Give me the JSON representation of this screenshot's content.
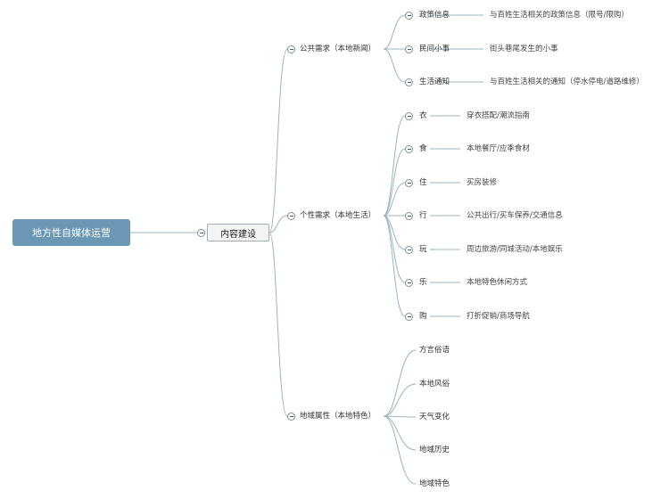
{
  "root": "地方性自媒体运营",
  "hub": "内容建设",
  "groups": [
    {
      "label": "公共需求（本地新闻）",
      "children": [
        {
          "label": "政策信息",
          "desc": "与百姓生活相关的政策信息（限号/限购）"
        },
        {
          "label": "民间小事",
          "desc": "街头巷尾发生的小事"
        },
        {
          "label": "生活通知",
          "desc": "与百姓生活相关的通知（停水停电/道路维修）"
        }
      ]
    },
    {
      "label": "个性需求（本地生活）",
      "children": [
        {
          "label": "衣",
          "desc": "穿衣搭配/潮流指南"
        },
        {
          "label": "食",
          "desc": "本地餐厅/应季食材"
        },
        {
          "label": "住",
          "desc": "买房装修"
        },
        {
          "label": "行",
          "desc": "公共出行/买车保养/交通信息"
        },
        {
          "label": "玩",
          "desc": "周边旅游/同城活动/本地娱乐"
        },
        {
          "label": "乐",
          "desc": "本地特色休闲方式"
        },
        {
          "label": "购",
          "desc": "打折促销/商场导航"
        }
      ]
    },
    {
      "label": "地域属性（本地特色）",
      "children": [
        {
          "label": "方言俗语"
        },
        {
          "label": "本地风俗"
        },
        {
          "label": "天气变化"
        },
        {
          "label": "地域历史"
        },
        {
          "label": "地域特色"
        }
      ]
    }
  ],
  "colors": {
    "root_fill": "#6b97b5",
    "line": "#9bb3c0",
    "text": "#333333"
  }
}
